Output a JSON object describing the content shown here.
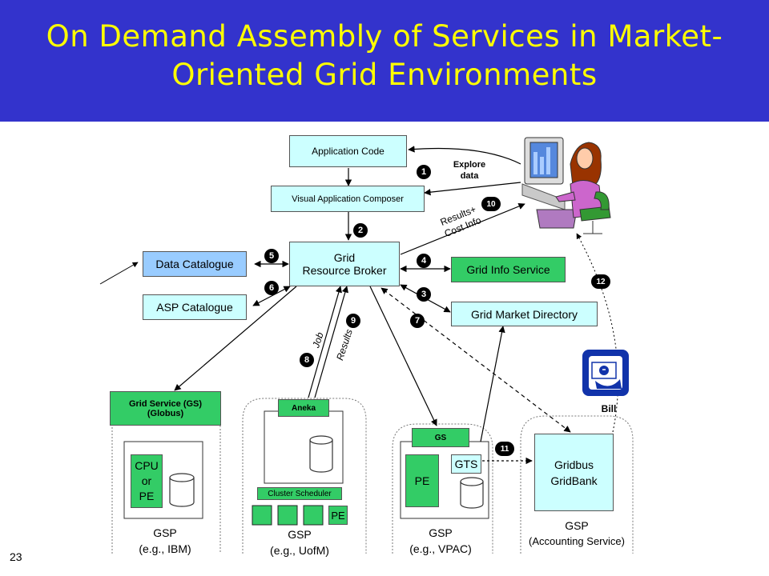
{
  "slide": {
    "title_line1": "On Demand Assembly of Services in Market-",
    "title_line2": "Oriented Grid Environments",
    "page_number": "23"
  },
  "colors": {
    "header_bg": "#3333cc",
    "title_text": "#ffff00",
    "cyan_box": "#ccffff",
    "blue_box": "#99ccff",
    "green_box": "#33cc66"
  },
  "boxes": {
    "application_code": "Application Code",
    "visual_composer": "Visual Application Composer",
    "broker_line1": "Grid",
    "broker_line2": "Resource Broker",
    "data_catalogue": "Data Catalogue",
    "asp_catalogue": "ASP Catalogue",
    "grid_info_service": "Grid Info Service",
    "grid_market_directory": "Grid Market Directory",
    "grid_service_line1": "Grid Service (GS)",
    "grid_service_line2": "(Globus)",
    "cpu": "CPU",
    "or": "or",
    "pe": "PE",
    "aneka": "Aneka",
    "cluster_scheduler": "Cluster Scheduler",
    "pe_small": "PE",
    "gs": "GS",
    "pe_vpac": "PE",
    "gts": "GTS",
    "gridbank_line1": "Gridbus",
    "gridbank_line2": "GridBank"
  },
  "labels": {
    "explore_line1": "Explore",
    "explore_line2": "data",
    "results_line1": "Results+",
    "results_line2": "Cost Info",
    "job": "Job",
    "results": "Results",
    "bill": "Bill"
  },
  "gsp": [
    {
      "name": "GSP",
      "example": "(e.g., IBM)"
    },
    {
      "name": "GSP",
      "example": "(e.g., UofM)"
    },
    {
      "name": "GSP",
      "example": "(e.g., VPAC)"
    },
    {
      "name": "GSP",
      "example": "(Accounting Service)"
    }
  ],
  "steps": {
    "s1": "1",
    "s2": "2",
    "s3": "3",
    "s4": "4",
    "s5": "5",
    "s6": "6",
    "s7": "7",
    "s8": "8",
    "s9": "9",
    "s10": "10",
    "s11": "11",
    "s12": "12"
  },
  "icons": {
    "user": "user-at-computer-icon",
    "bill": "money-hand-icon",
    "database": "database-icon"
  }
}
